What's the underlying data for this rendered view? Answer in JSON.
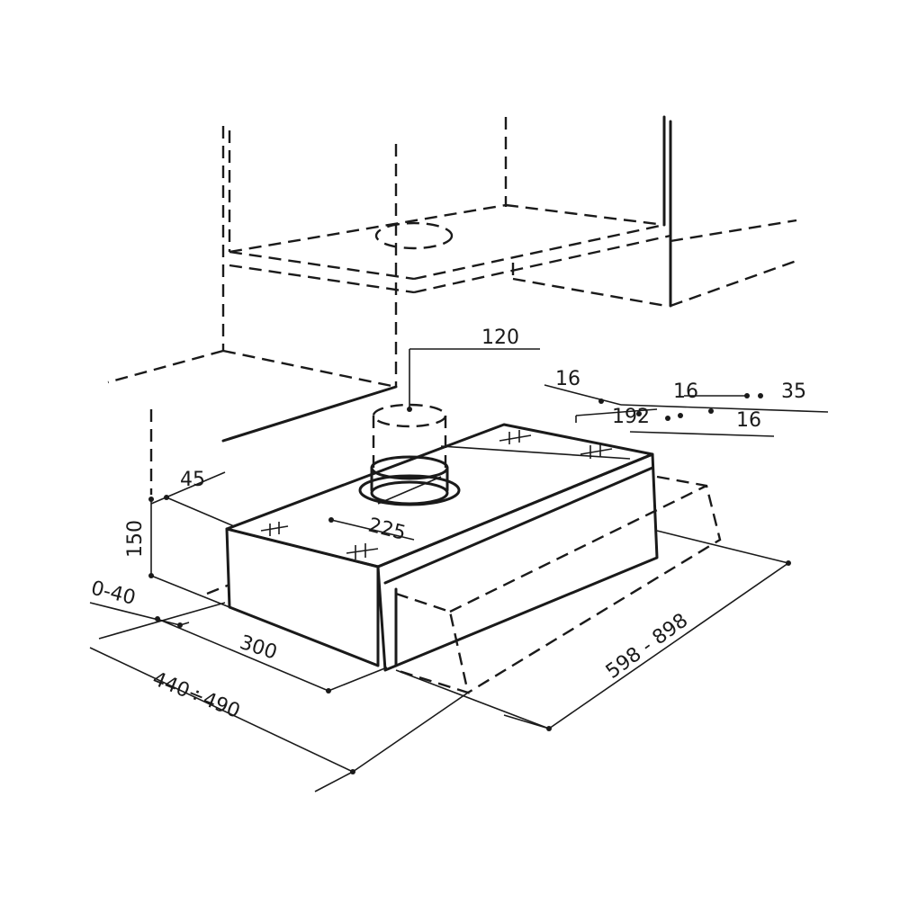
{
  "diagram": {
    "labels": {
      "duct_diameter": "120",
      "screw_a": "16",
      "screw_b": "192",
      "screw_c": "16",
      "screw_d": "35",
      "screw_e": "16",
      "side_offset": "45",
      "height": "150",
      "cutout_width": "225",
      "gap": "0-40",
      "depth_body": "300",
      "depth_total": "440÷490",
      "width_range": "598 - 898"
    }
  }
}
